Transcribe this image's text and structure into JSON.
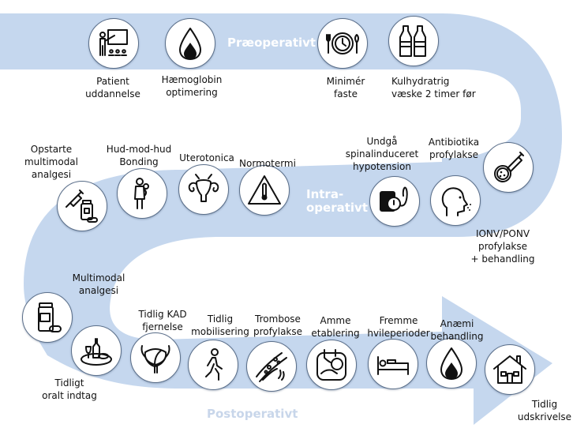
{
  "diagram": {
    "type": "pathway",
    "colors": {
      "band": "#c5d7ee",
      "phase_text": "#ffffff",
      "node_border": "#5b6f8a",
      "text": "#111111"
    },
    "phases": [
      {
        "id": "pre",
        "label": "Præoperativt"
      },
      {
        "id": "intra",
        "label": "Intra-\noperativt"
      },
      {
        "id": "post",
        "label": "Postoperativt"
      }
    ],
    "steps": [
      {
        "phase": "pre",
        "label": "Patient\nuddannelse",
        "icon": "teacher-classroom-icon"
      },
      {
        "phase": "pre",
        "label": "Hæmoglobin\noptimering",
        "icon": "blood-drop-icon"
      },
      {
        "phase": "pre",
        "label": "Minimér\nfaste",
        "icon": "plate-clock-icon"
      },
      {
        "phase": "pre",
        "label": "Kulhydratrig\nvæske 2 timer før",
        "icon": "bottles-icon"
      },
      {
        "phase": "intra",
        "label": "Antibiotika\nprofylakse",
        "icon": "syringe-bacteria-icon"
      },
      {
        "phase": "intra",
        "label": "IONV/PONV\nprofylakse\n+ behandling",
        "icon": "head-nausea-icon"
      },
      {
        "phase": "intra",
        "label": "Undgå\nspinalinduceret\nhypotension",
        "icon": "blood-pressure-icon"
      },
      {
        "phase": "intra",
        "label": "Normotermi",
        "icon": "thermometer-warning-icon"
      },
      {
        "phase": "intra",
        "label": "Uterotonica",
        "icon": "uterus-icon"
      },
      {
        "phase": "intra",
        "label": "Hud-mod-hud\nBonding",
        "icon": "mother-baby-icon"
      },
      {
        "phase": "intra",
        "label": "Opstarte\nmultimodal\nanalgesi",
        "icon": "syringe-pills-icon"
      },
      {
        "phase": "post",
        "label": "Multimodal\nanalgesi",
        "icon": "pill-bottle-icon"
      },
      {
        "phase": "post",
        "label": "Tidligt\noralt indtag",
        "icon": "food-drink-icon"
      },
      {
        "phase": "post",
        "label": "Tidlig KAD\nfjernelse",
        "icon": "bladder-catheter-icon"
      },
      {
        "phase": "post",
        "label": "Tidlig\nmobilisering",
        "icon": "walking-person-icon"
      },
      {
        "phase": "post",
        "label": "Trombose\nprofylakse",
        "icon": "blood-vessel-clot-icon"
      },
      {
        "phase": "post",
        "label": "Amme\netablering",
        "icon": "breastfeeding-icon"
      },
      {
        "phase": "post",
        "label": "Fremme\nhvileperioder",
        "icon": "bed-rest-icon"
      },
      {
        "phase": "post",
        "label": "Anæmi\nbehandling",
        "icon": "blood-drop-icon"
      },
      {
        "phase": "post",
        "label": "Tidlig\nudskrivelse",
        "icon": "house-icon"
      }
    ]
  }
}
